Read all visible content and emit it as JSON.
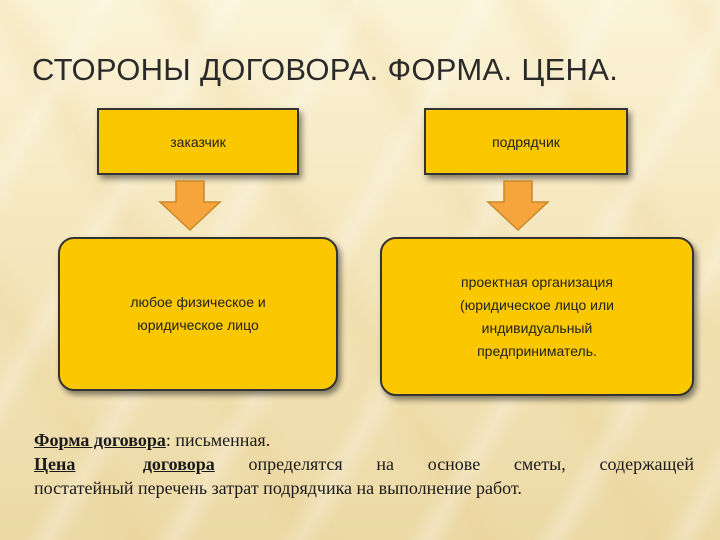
{
  "title": "СТОРОНЫ ДОГОВОРА. ФОРМА. ЦЕНА.",
  "colors": {
    "box_fill": "#fbc800",
    "arrow_fill": "#f5a53c",
    "border": "#333333"
  },
  "boxes": {
    "customer": {
      "label": "заказчик",
      "desc_lines": [
        "любое физическое и",
        "юридическое лицо"
      ]
    },
    "contractor": {
      "label": "подрядчик",
      "desc_lines": [
        "проектная организация",
        "(юридическое лицо или",
        "индивидуальный",
        "предприниматель."
      ]
    }
  },
  "arrows": [
    "arrow-down-icon",
    "arrow-down-icon"
  ],
  "footer": {
    "form_term": "Форма договора",
    "form_rest": ": письменная.",
    "price_term_1": "Цена",
    "price_term_2": "договора",
    "price_rest": " определятся на основе сметы, содержащей",
    "line3": "постатейный перечень затрат подрядчика на выполнение работ."
  }
}
